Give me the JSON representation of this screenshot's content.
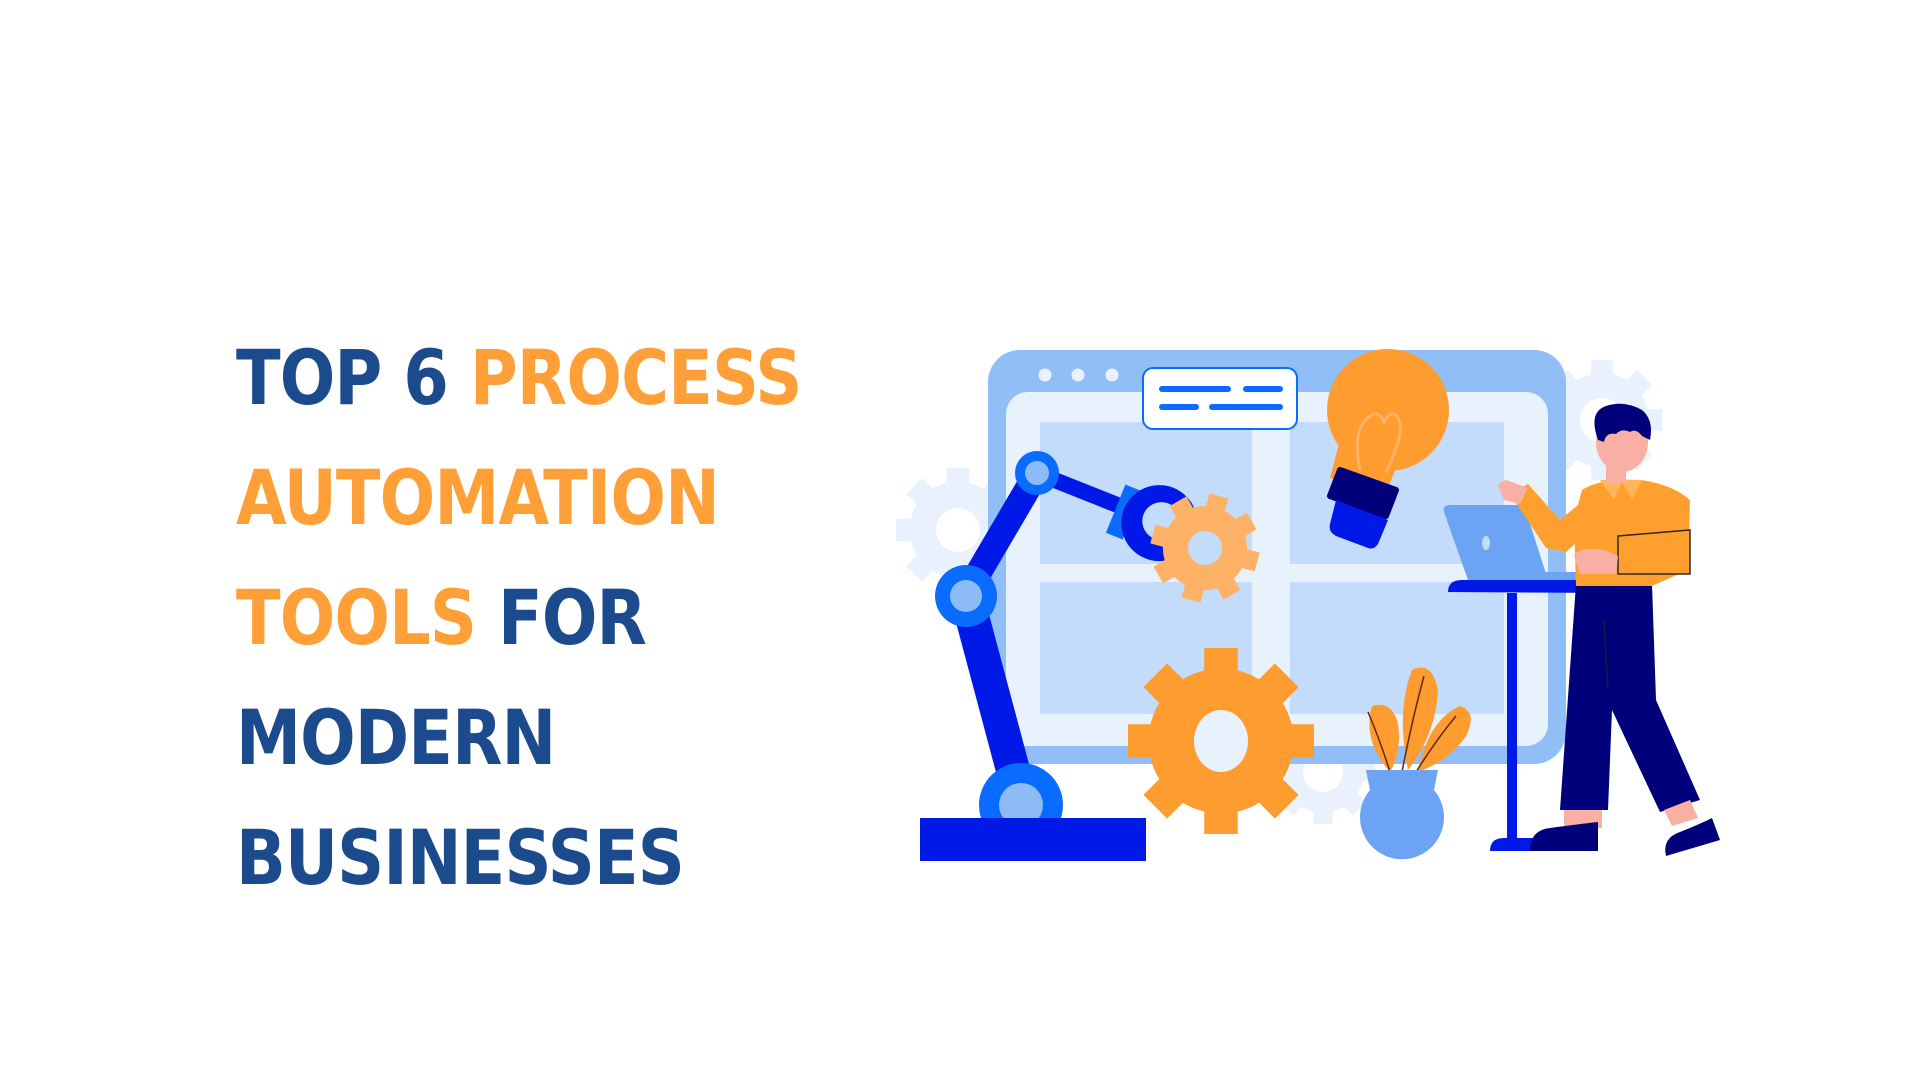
{
  "headline": {
    "lines": [
      [
        {
          "text": "TOP 6 ",
          "color": "navy"
        },
        {
          "text": "PROCESS",
          "color": "orange"
        }
      ],
      [
        {
          "text": "AUTOMATION",
          "color": "orange"
        }
      ],
      [
        {
          "text": "TOOLS ",
          "color": "orange"
        },
        {
          "text": "FOR",
          "color": "navy"
        }
      ],
      [
        {
          "text": "MODERN",
          "color": "navy"
        }
      ],
      [
        {
          "text": "BUSINESSES",
          "color": "navy"
        }
      ]
    ],
    "full_text": "TOP 6 PROCESS AUTOMATION TOOLS FOR MODERN BUSINESSES"
  },
  "colors": {
    "navy_text": "#1B4B8C",
    "orange_text": "#FF9F38",
    "arm_blue": "#0019E6",
    "joint_blue": "#0A6CFF",
    "joint_center": "#8DBBF5",
    "window_frame": "#91BEF6",
    "window_inner": "#E8F2FD",
    "window_panes": "#C4DCFB",
    "bg_gear": "#E8F1FD",
    "gear_orange": "#FF9C2F",
    "gear_light_orange": "#FDB267",
    "laptop": "#6CA4F3",
    "person_navy": "#00007A",
    "skin": "#F9AFA3",
    "shirt": "#FF9F2E"
  },
  "illustration": {
    "description": "Robotic arm holding a gear in front of a browser window, light bulb, gears, potted plant, and a person using a laptop at a standing desk",
    "elements": [
      "browser-window",
      "robot-arm",
      "light-bulb",
      "message-card",
      "gear-large",
      "gear-small",
      "potted-plant",
      "standing-desk",
      "laptop",
      "person"
    ]
  }
}
